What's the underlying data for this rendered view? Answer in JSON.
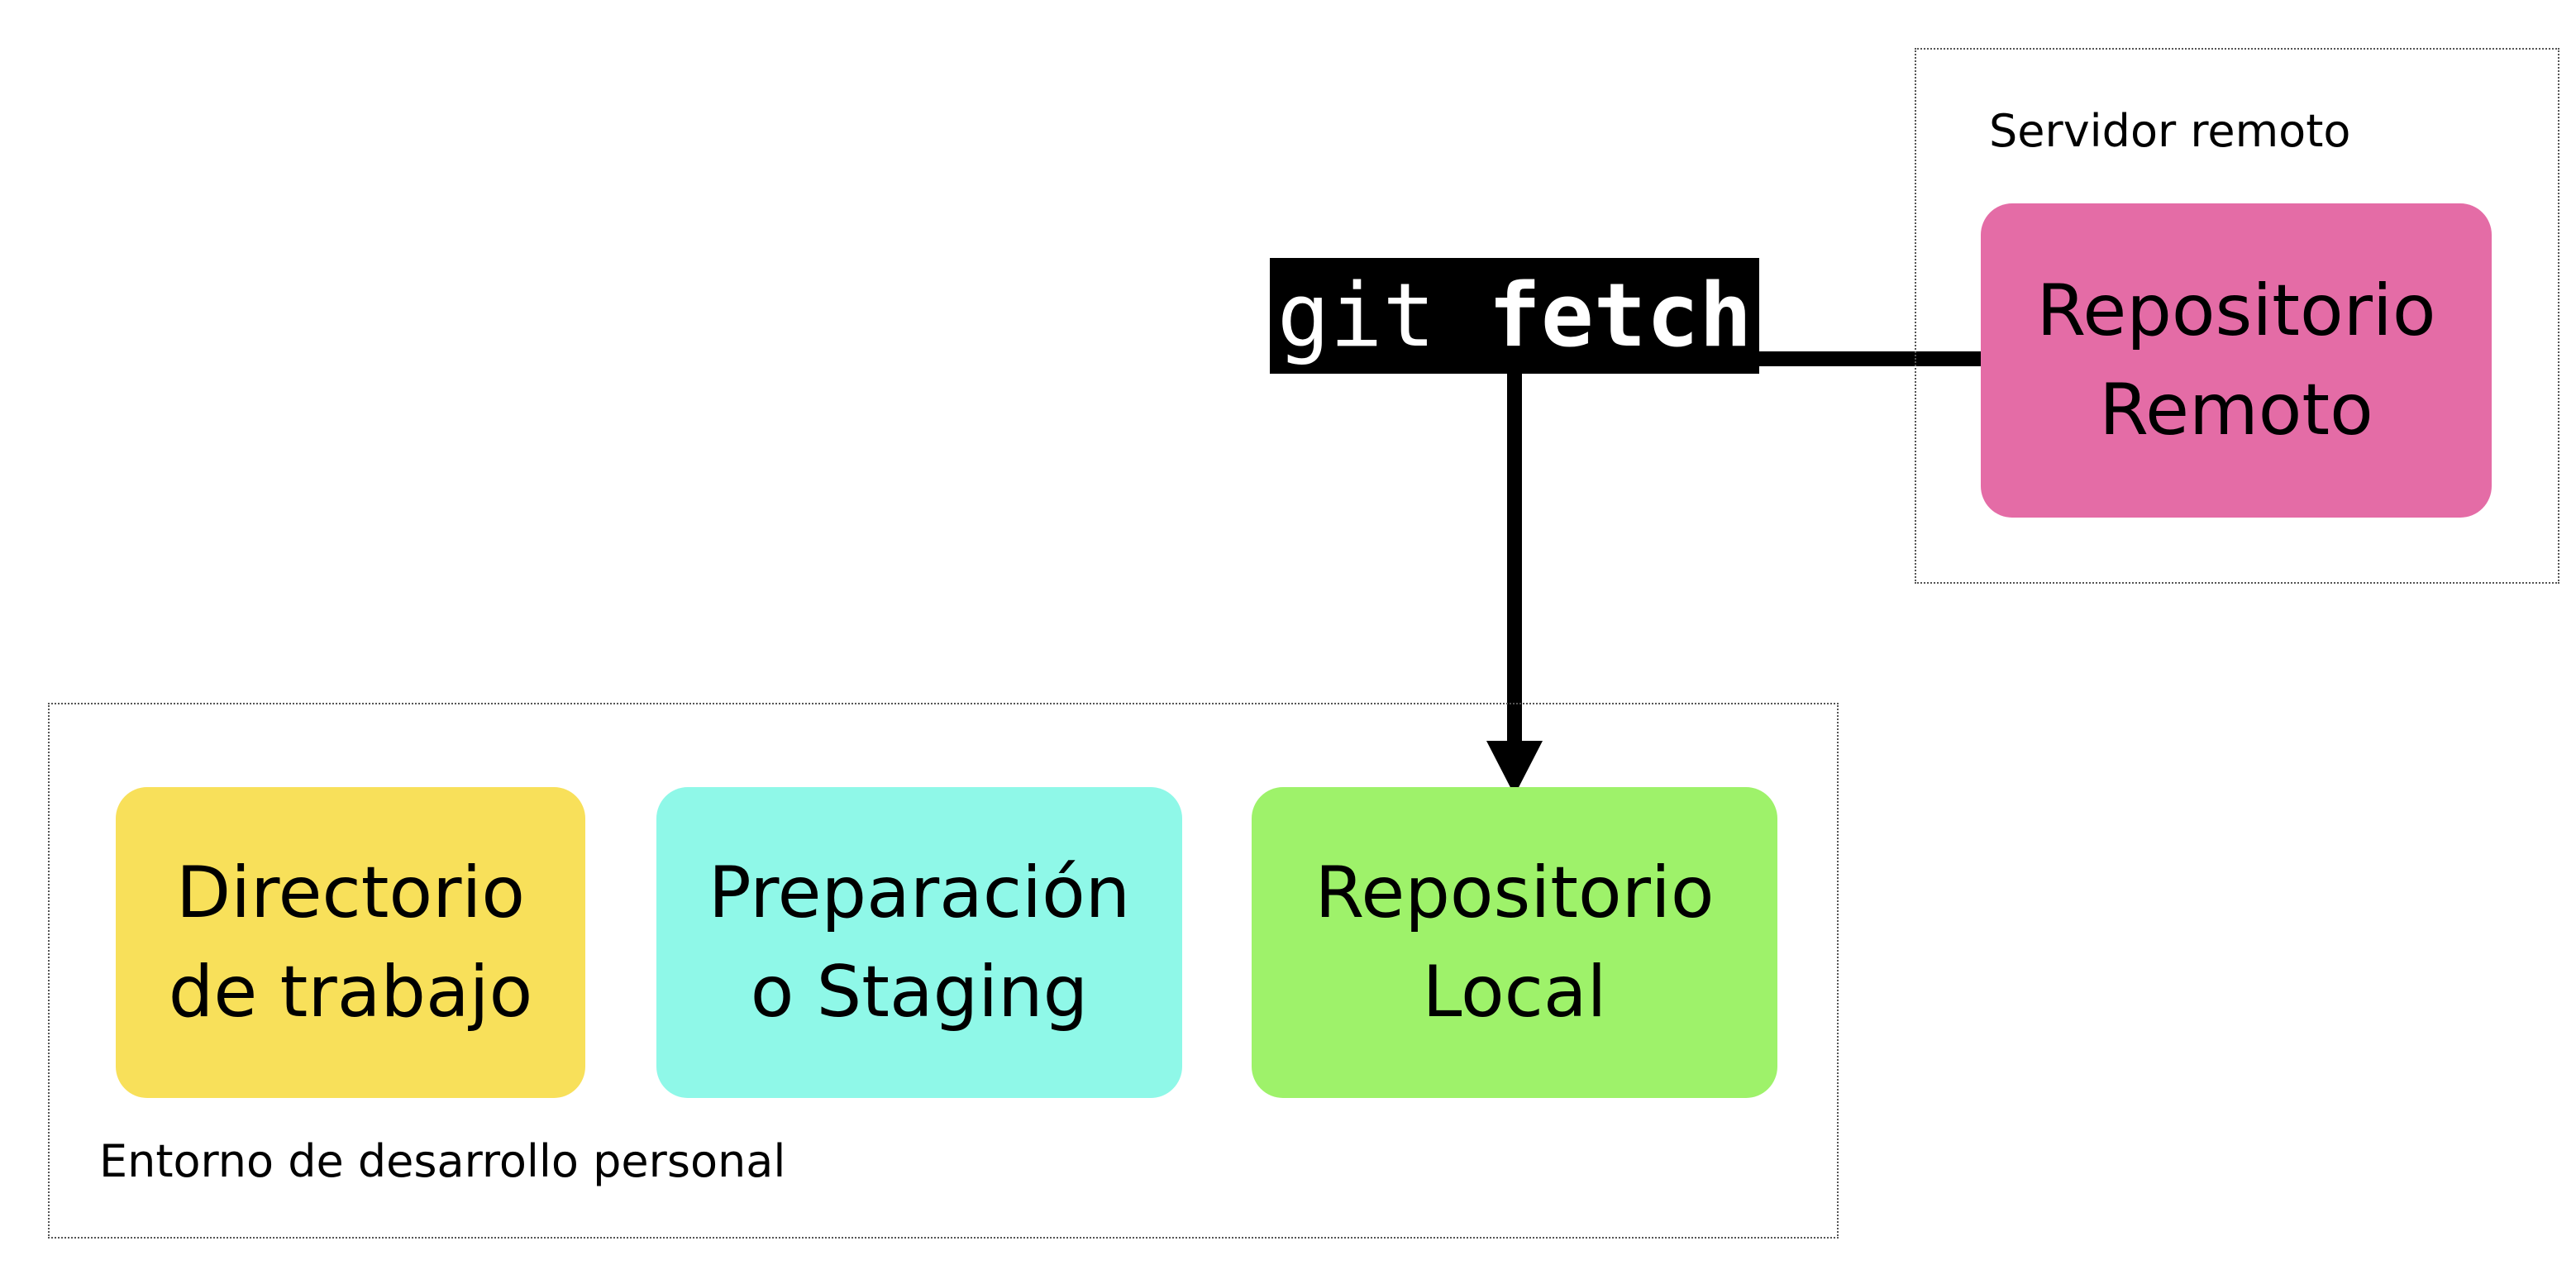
{
  "colors": {
    "working_directory": "#f8e05a",
    "staging": "#8ff8e8",
    "local_repository": "#9ef26a",
    "remote_repository": "#e46ca6",
    "command_background": "#000000",
    "command_text": "#ffffff",
    "connector": "#000000"
  },
  "environment": {
    "label": "Entorno de desarrollo personal",
    "boxes": {
      "working_directory": [
        "Directorio",
        "de trabajo"
      ],
      "staging": [
        "Preparación",
        "o Staging"
      ],
      "local_repository": [
        "Repositorio",
        "Local"
      ]
    }
  },
  "server": {
    "label": "Servidor remoto",
    "remote_repository": [
      "Repositorio",
      "Remoto"
    ]
  },
  "command": {
    "prefix": "git",
    "name": "fetch"
  }
}
